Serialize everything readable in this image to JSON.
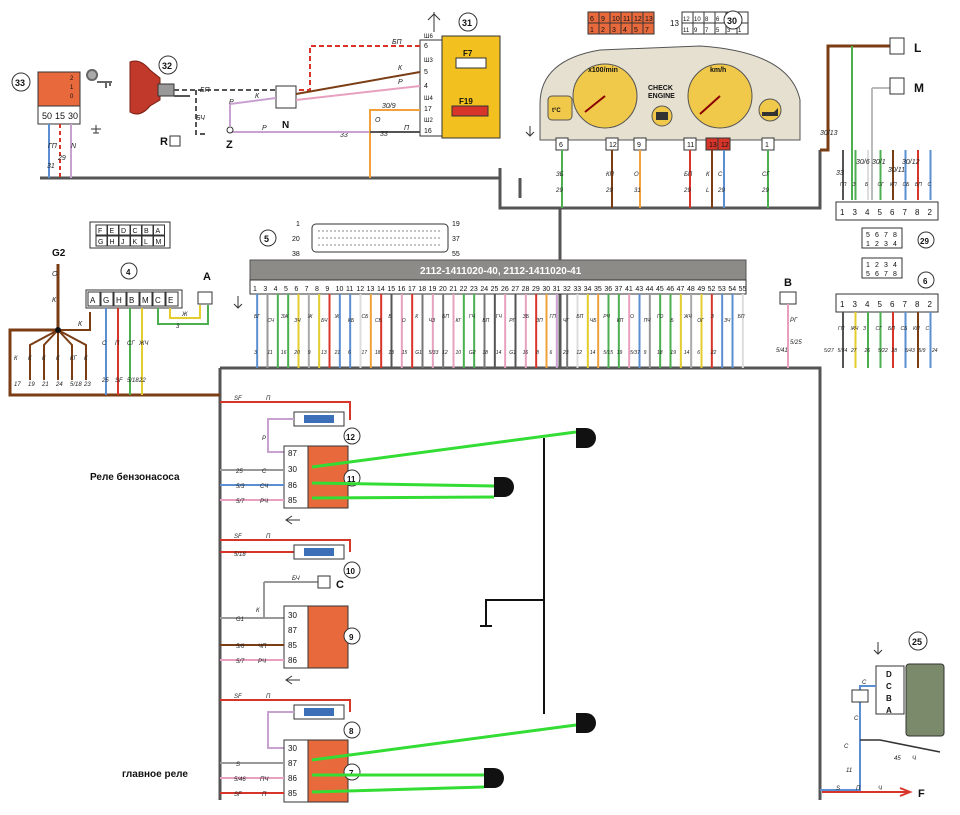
{
  "colors": {
    "trunk": "#555555",
    "harness_brown": "#7a3d14",
    "wire_red": "#d8352a",
    "wire_pink": "#e7a0bf",
    "wire_violet": "#c9a1d1",
    "wire_blue": "#5b8fd1",
    "wire_green": "#4caf50",
    "wire_yellow": "#e3cc2b",
    "relay": "#e86a3c",
    "fuse_block": "#f2c11f",
    "cluster": "#e5e0d0",
    "gauge": "#f0c84a",
    "ecu_header": "#8c8b87",
    "overlay_green": "#33dd33"
  },
  "components": {
    "ign_switch": {
      "num": "33",
      "pins": [
        "50",
        "15",
        "30"
      ],
      "contacts": [
        "2",
        "1",
        "0"
      ],
      "wire_labels": [
        "ГП",
        "29",
        "31",
        "N"
      ]
    },
    "ign_coil": {
      "num": "32"
    },
    "fuse_block": {
      "num": "31",
      "fuse_upper": "F7",
      "fuse_lower": "F19",
      "conn_a": [
        "Ш6",
        "Ш3"
      ],
      "conn_b": [
        "Ш4",
        "Ш2"
      ],
      "pins": [
        "6",
        "5",
        "4",
        "17",
        "16"
      ],
      "wire_labels": [
        "БП",
        "К",
        "Р",
        "30/9",
        "33",
        "П",
        "О"
      ]
    },
    "junction_N": {
      "label": "N",
      "wire_labels": [
        "БП",
        "К",
        "Р",
        "Р",
        "33",
        "БЧ"
      ]
    },
    "pt_R": {
      "label": "R"
    },
    "pt_Z": {
      "label": "Z"
    },
    "cluster": {
      "num": "30",
      "conn_top_a": [
        "6",
        "9",
        "10",
        "11",
        "12",
        "13",
        "1",
        "2",
        "3",
        "4",
        "5",
        "7"
      ],
      "conn_top_b_num": "13",
      "conn_top_b": [
        "12",
        "10",
        "8",
        "6",
        "4",
        "2",
        "11",
        "9",
        "7",
        "5",
        "3",
        "1"
      ],
      "tacho": "x100/min",
      "speedo": "km/h",
      "check": "CHECK\nENGINE",
      "temp": "t°C",
      "pins": [
        "6",
        "12",
        "9",
        "11",
        "13",
        "12",
        "1"
      ],
      "wire_colors": [
        "ЗБ",
        "КП",
        "О",
        "БП",
        "К",
        "С",
        "СГ"
      ],
      "wire_nums": [
        "29",
        "29",
        "31",
        "29",
        "L",
        "29",
        "29"
      ]
    },
    "conn_L": {
      "label": "L"
    },
    "conn_M": {
      "label": "M"
    },
    "right_conn": {
      "pins": [
        "1",
        "3",
        "4",
        "5",
        "6",
        "7",
        "8",
        "2"
      ],
      "wire_labels": [
        "ГП",
        "З",
        "Б",
        "СГ",
        "КП",
        "СБ",
        "БП",
        "С"
      ],
      "wire_nums": [
        "33",
        "30/6",
        "30/1",
        "30/11",
        "30/12",
        "30/13"
      ]
    },
    "diag_block": {
      "row1": [
        "F",
        "E",
        "D",
        "C",
        "B",
        "A"
      ],
      "row2": [
        "G",
        "H",
        "J",
        "K",
        "L",
        "M"
      ]
    },
    "ecu_connector": {
      "num": "5",
      "pin_labels": [
        "1",
        "19",
        "20",
        "37",
        "38",
        "55"
      ]
    },
    "conn_29": {
      "num": "29",
      "pins_a": [
        "5",
        "6",
        "7",
        "8"
      ],
      "pins_b": [
        "1",
        "2",
        "3",
        "4"
      ],
      "pins_c": [
        "1",
        "2",
        "3",
        "4"
      ],
      "pins_d": [
        "5",
        "6",
        "7",
        "8"
      ]
    },
    "conn_6": {
      "num": "6",
      "pins": [
        "1",
        "3",
        "4",
        "5",
        "6",
        "7",
        "8",
        "2"
      ],
      "wire_labels": [
        "ГП",
        "ЖЧ",
        "З",
        "СГ",
        "БП",
        "СБ",
        "КП",
        "С"
      ],
      "wire_nums": [
        "5/27",
        "5/34",
        "27",
        "26",
        "5/22",
        "28",
        "5/43",
        "5/9",
        "24"
      ]
    },
    "G2": {
      "label": "G2",
      "wire_labels": [
        "О",
        "К",
        "К"
      ],
      "branch_labels": [
        "К",
        "К",
        "К",
        "К",
        "КГ",
        "К"
      ],
      "branch_nums": [
        "17",
        "19",
        "21",
        "24",
        "5/18",
        "23"
      ]
    },
    "conn_4": {
      "num": "4",
      "pins": [
        "A",
        "G",
        "H",
        "B",
        "M",
        "C",
        "E"
      ],
      "wire_labels": [
        "С",
        "П",
        "СГ",
        "ЖЧ"
      ],
      "wire_nums": [
        "25",
        "SF",
        "5/18",
        "22"
      ]
    },
    "conn_A": {
      "label": "A",
      "wire_labels": [
        "Ж",
        "3"
      ]
    },
    "conn_B": {
      "label": "B",
      "wire_labels": [
        "РГ",
        "5/25",
        "5/41"
      ]
    },
    "ecu": {
      "part": "2112-1411020-40, 2112-1411020-41",
      "pins": [
        "1",
        "3",
        "4",
        "5",
        "6",
        "7",
        "8",
        "9",
        "10",
        "11",
        "12",
        "13",
        "14",
        "15",
        "16",
        "17",
        "18",
        "19",
        "20",
        "21",
        "22",
        "23",
        "24",
        "25",
        "26",
        "27",
        "28",
        "29",
        "30",
        "31",
        "32",
        "33",
        "34",
        "35",
        "36",
        "37",
        "41",
        "43",
        "44",
        "45",
        "46",
        "47",
        "48",
        "49",
        "52",
        "53",
        "54",
        "55"
      ],
      "wire_colors": [
        "БГ",
        "СЧ",
        "ЗЖ",
        "ЗЧ",
        "Ж",
        "БЧ",
        "Ж",
        "КБ",
        "СБ",
        "СБ",
        "Б",
        "О",
        "К",
        "ЧЗ",
        "БП",
        "КГ",
        "ГЧ",
        "БП",
        "ГЧ",
        "РГ",
        "ЗБ",
        "ЗП",
        "ГП",
        "ЧГ",
        "БП",
        "ЧБ",
        "РЧ",
        "КП",
        "О",
        "ПЧ",
        "ГО",
        "Б",
        "ЖЧ",
        "ОГ",
        "З",
        "ЗЧ",
        "БП"
      ],
      "wire_nums": [
        "3",
        "11",
        "16",
        "20",
        "9",
        "13",
        "21",
        "6",
        "17",
        "18",
        "13",
        "15",
        "G1",
        "5/33",
        "12",
        "10",
        "G2",
        "18",
        "14",
        "G1",
        "16",
        "8",
        "6",
        "23",
        "12",
        "14",
        "5/15",
        "19",
        "5/37",
        "9",
        "18",
        "19",
        "14",
        "6",
        "22"
      ]
    },
    "pump_relay": {
      "num": "11",
      "caption": "Реле бензонасоса",
      "pins": [
        "87",
        "30",
        "86",
        "85"
      ],
      "wire_labels": [
        "SF",
        "П",
        "С",
        "СЧ",
        "РЧ",
        "Р"
      ],
      "wire_nums": [
        "25",
        "5/3",
        "5/7"
      ],
      "fuse": "12"
    },
    "fuse_10": {
      "num": "10",
      "wire_labels": [
        "SF",
        "П",
        "5/18"
      ]
    },
    "relay_9": {
      "num": "9",
      "pins": [
        "30",
        "87",
        "85",
        "86"
      ],
      "wire_labels": [
        "БЧ",
        "К",
        "П",
        "ЧП",
        "РЧ"
      ],
      "wire_nums": [
        "G1",
        "5/6",
        "5/7"
      ],
      "point": "C"
    },
    "main_relay": {
      "num": "7",
      "caption": "главное реле",
      "pins": [
        "30",
        "87",
        "86",
        "85"
      ],
      "wire_labels": [
        "SF",
        "П",
        "S",
        "ПЧ",
        "П"
      ],
      "wire_nums": [
        "5/46"
      ],
      "fuse": "8"
    },
    "injector_25": {
      "num": "25",
      "pins": [
        "D",
        "C",
        "B",
        "A"
      ],
      "wire_labels": [
        "С",
        "С",
        "С",
        "Ч"
      ],
      "wire_nums": [
        "11",
        "45"
      ],
      "point": "F",
      "bottom": [
        "S",
        "П",
        "Ч"
      ]
    }
  }
}
